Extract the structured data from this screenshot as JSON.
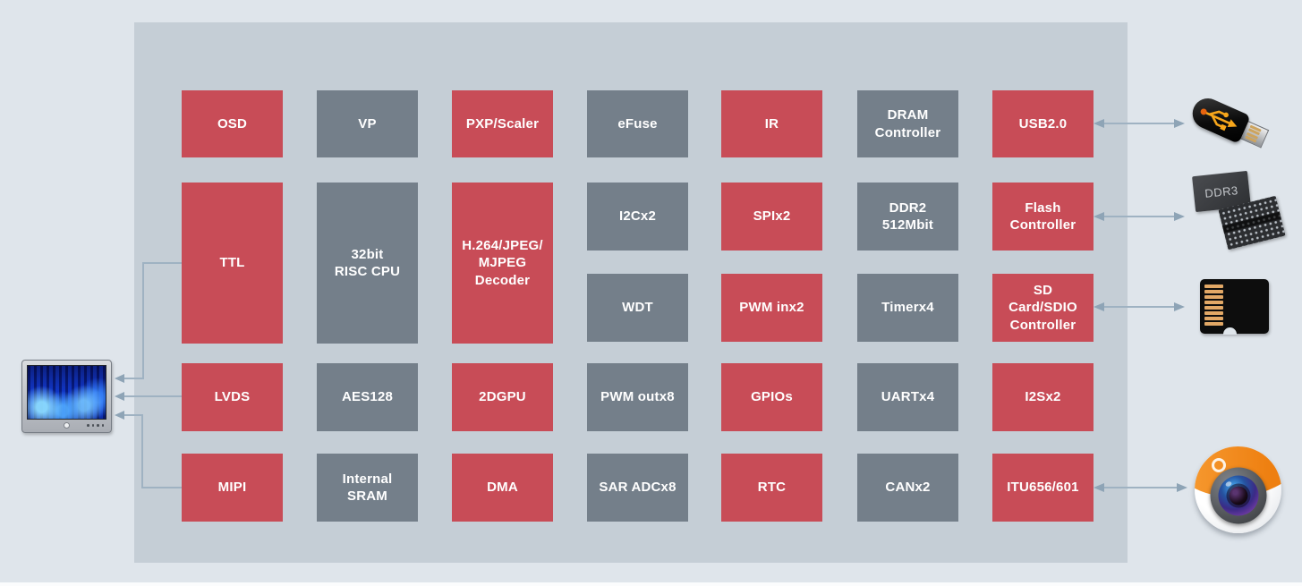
{
  "palette": {
    "block_red": "#c84c57",
    "block_gray": "#747f8a",
    "panel_bg": "#c5ced6",
    "page_bg": "#dfe5eb",
    "connector_line": "#9fb2c2",
    "label_text": "#ffffff",
    "usb_symbol_orange": "#f7a61b",
    "camera_orange": "#ee7f10"
  },
  "blocks": [
    {
      "id": "osd",
      "label": "OSD",
      "color": "red",
      "col": 0,
      "row": "r1"
    },
    {
      "id": "ttl",
      "label": "TTL",
      "color": "red",
      "col": 0,
      "row": "tall"
    },
    {
      "id": "lvds",
      "label": "LVDS",
      "color": "red",
      "col": 0,
      "row": "r4"
    },
    {
      "id": "mipi",
      "label": "MIPI",
      "color": "red",
      "col": 0,
      "row": "r5"
    },
    {
      "id": "vp",
      "label": "VP",
      "color": "gray",
      "col": 1,
      "row": "r1"
    },
    {
      "id": "risc-cpu",
      "label": "32bit\nRISC CPU",
      "color": "gray",
      "col": 1,
      "row": "tall"
    },
    {
      "id": "aes128",
      "label": "AES128",
      "color": "gray",
      "col": 1,
      "row": "r4"
    },
    {
      "id": "internal-sram",
      "label": "Internal\nSRAM",
      "color": "gray",
      "col": 1,
      "row": "r5"
    },
    {
      "id": "pxp-scaler",
      "label": "PXP/Scaler",
      "color": "red",
      "col": 2,
      "row": "r1"
    },
    {
      "id": "video-decoder",
      "label": "H.264/JPEG/\nMJPEG\nDecoder",
      "color": "red",
      "col": 2,
      "row": "tall"
    },
    {
      "id": "2dgpu",
      "label": "2DGPU",
      "color": "red",
      "col": 2,
      "row": "r4"
    },
    {
      "id": "dma",
      "label": "DMA",
      "color": "red",
      "col": 2,
      "row": "r5"
    },
    {
      "id": "efuse",
      "label": "eFuse",
      "color": "gray",
      "col": 3,
      "row": "r1"
    },
    {
      "id": "i2c",
      "label": "I2Cx2",
      "color": "gray",
      "col": 3,
      "row": "r2"
    },
    {
      "id": "wdt",
      "label": "WDT",
      "color": "gray",
      "col": 3,
      "row": "r3"
    },
    {
      "id": "pwm-out",
      "label": "PWM outx8",
      "color": "gray",
      "col": 3,
      "row": "r4"
    },
    {
      "id": "sar-adc",
      "label": "SAR ADCx8",
      "color": "gray",
      "col": 3,
      "row": "r5"
    },
    {
      "id": "ir",
      "label": "IR",
      "color": "red",
      "col": 4,
      "row": "r1"
    },
    {
      "id": "spi",
      "label": "SPIx2",
      "color": "red",
      "col": 4,
      "row": "r2"
    },
    {
      "id": "pwm-in",
      "label": "PWM inx2",
      "color": "red",
      "col": 4,
      "row": "r3"
    },
    {
      "id": "gpios",
      "label": "GPIOs",
      "color": "red",
      "col": 4,
      "row": "r4"
    },
    {
      "id": "rtc",
      "label": "RTC",
      "color": "red",
      "col": 4,
      "row": "r5"
    },
    {
      "id": "dram-controller",
      "label": "DRAM\nController",
      "color": "gray",
      "col": 5,
      "row": "r1"
    },
    {
      "id": "ddr2",
      "label": "DDR2\n512Mbit",
      "color": "gray",
      "col": 5,
      "row": "r2"
    },
    {
      "id": "timer",
      "label": "Timerx4",
      "color": "gray",
      "col": 5,
      "row": "r3"
    },
    {
      "id": "uart",
      "label": "UARTx4",
      "color": "gray",
      "col": 5,
      "row": "r4"
    },
    {
      "id": "can",
      "label": "CANx2",
      "color": "gray",
      "col": 5,
      "row": "r5"
    },
    {
      "id": "usb2",
      "label": "USB2.0",
      "color": "red",
      "col": 6,
      "row": "r1"
    },
    {
      "id": "flash-controller",
      "label": "Flash\nController",
      "color": "red",
      "col": 6,
      "row": "r2"
    },
    {
      "id": "sd-controller",
      "label": "SD\nCard/SDIO\nController",
      "color": "red",
      "col": 6,
      "row": "r3"
    },
    {
      "id": "i2s",
      "label": "I2Sx2",
      "color": "red",
      "col": 6,
      "row": "r4"
    },
    {
      "id": "itu656-601",
      "label": "ITU656/601",
      "color": "red",
      "col": 6,
      "row": "r5"
    }
  ],
  "peripherals": {
    "display_monitor": {
      "icon": "display-monitor"
    },
    "usb_drive": {
      "icon": "usb-flash-drive"
    },
    "ddr3_memory": {
      "icon": "ddr3-memory-chips",
      "label": "DDR3"
    },
    "sd_card": {
      "icon": "micro-sd-card"
    },
    "camera": {
      "icon": "camera"
    }
  }
}
